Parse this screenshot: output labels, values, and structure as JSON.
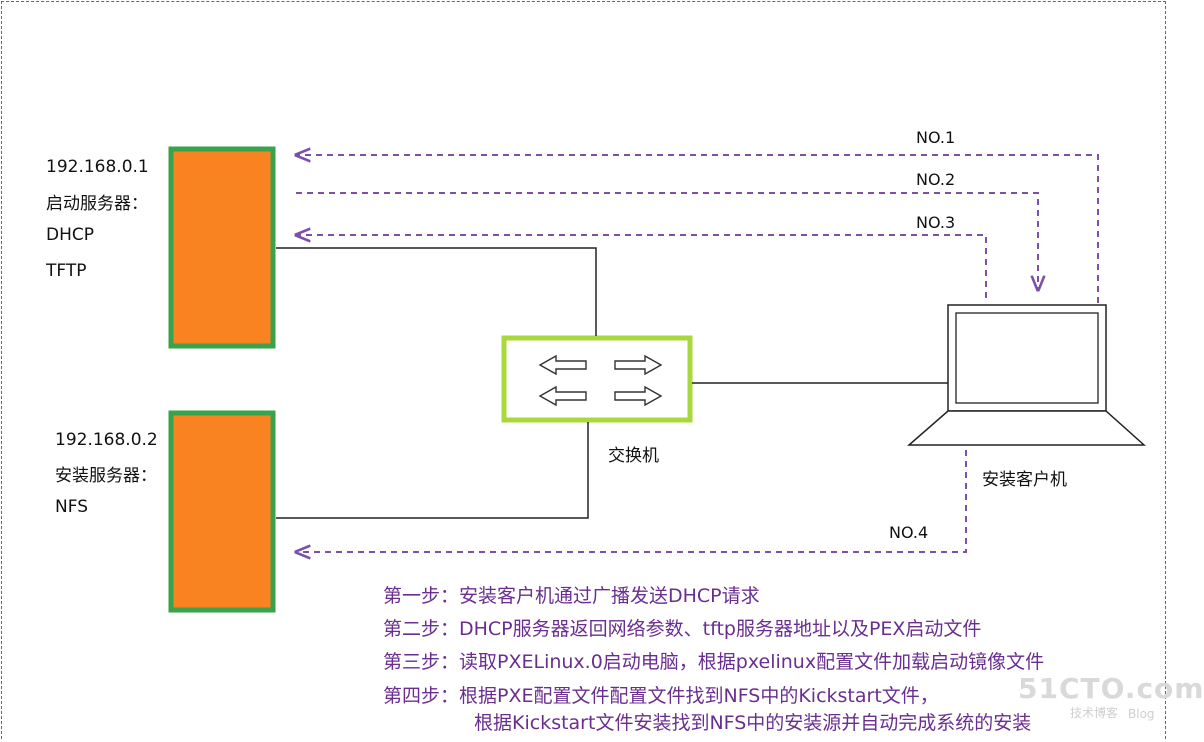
{
  "colors": {
    "server_fill": "#f98221",
    "server_border": "#3aa24a",
    "switch_border": "#a8d83a",
    "arrow_dashed": "#7d4fa8",
    "step_text": "#6a2e91",
    "watermark": "#d9d9d9"
  },
  "boot_server": {
    "ip": "192.168.0.1",
    "name": "启动服务器：",
    "services": [
      "DHCP",
      "TFTP"
    ]
  },
  "install_server": {
    "ip": "192.168.0.2",
    "name": "安装服务器：",
    "services": [
      "NFS"
    ]
  },
  "switch": {
    "label": "交换机"
  },
  "client": {
    "label": "安装客户机"
  },
  "arrows": {
    "no1": "NO.1",
    "no2": "NO.2",
    "no3": "NO.3",
    "no4": "NO.4"
  },
  "steps": [
    "第一步：安装客户机通过广播发送DHCP请求",
    "第二步：DHCP服务器返回网络参数、tftp服务器地址以及PEX启动文件",
    "第三步：读取PXELinux.0启动电脑，根据pxelinux配置文件加载启动镜像文件",
    "第四步：根据PXE配置文件配置文件找到NFS中的Kickstart文件，",
    "根据Kickstart文件安装找到NFS中的安装源并自动完成系统的安装"
  ],
  "watermark": {
    "brand": "51CTO.com",
    "sub": "技术博客",
    "blog": "Blog"
  }
}
